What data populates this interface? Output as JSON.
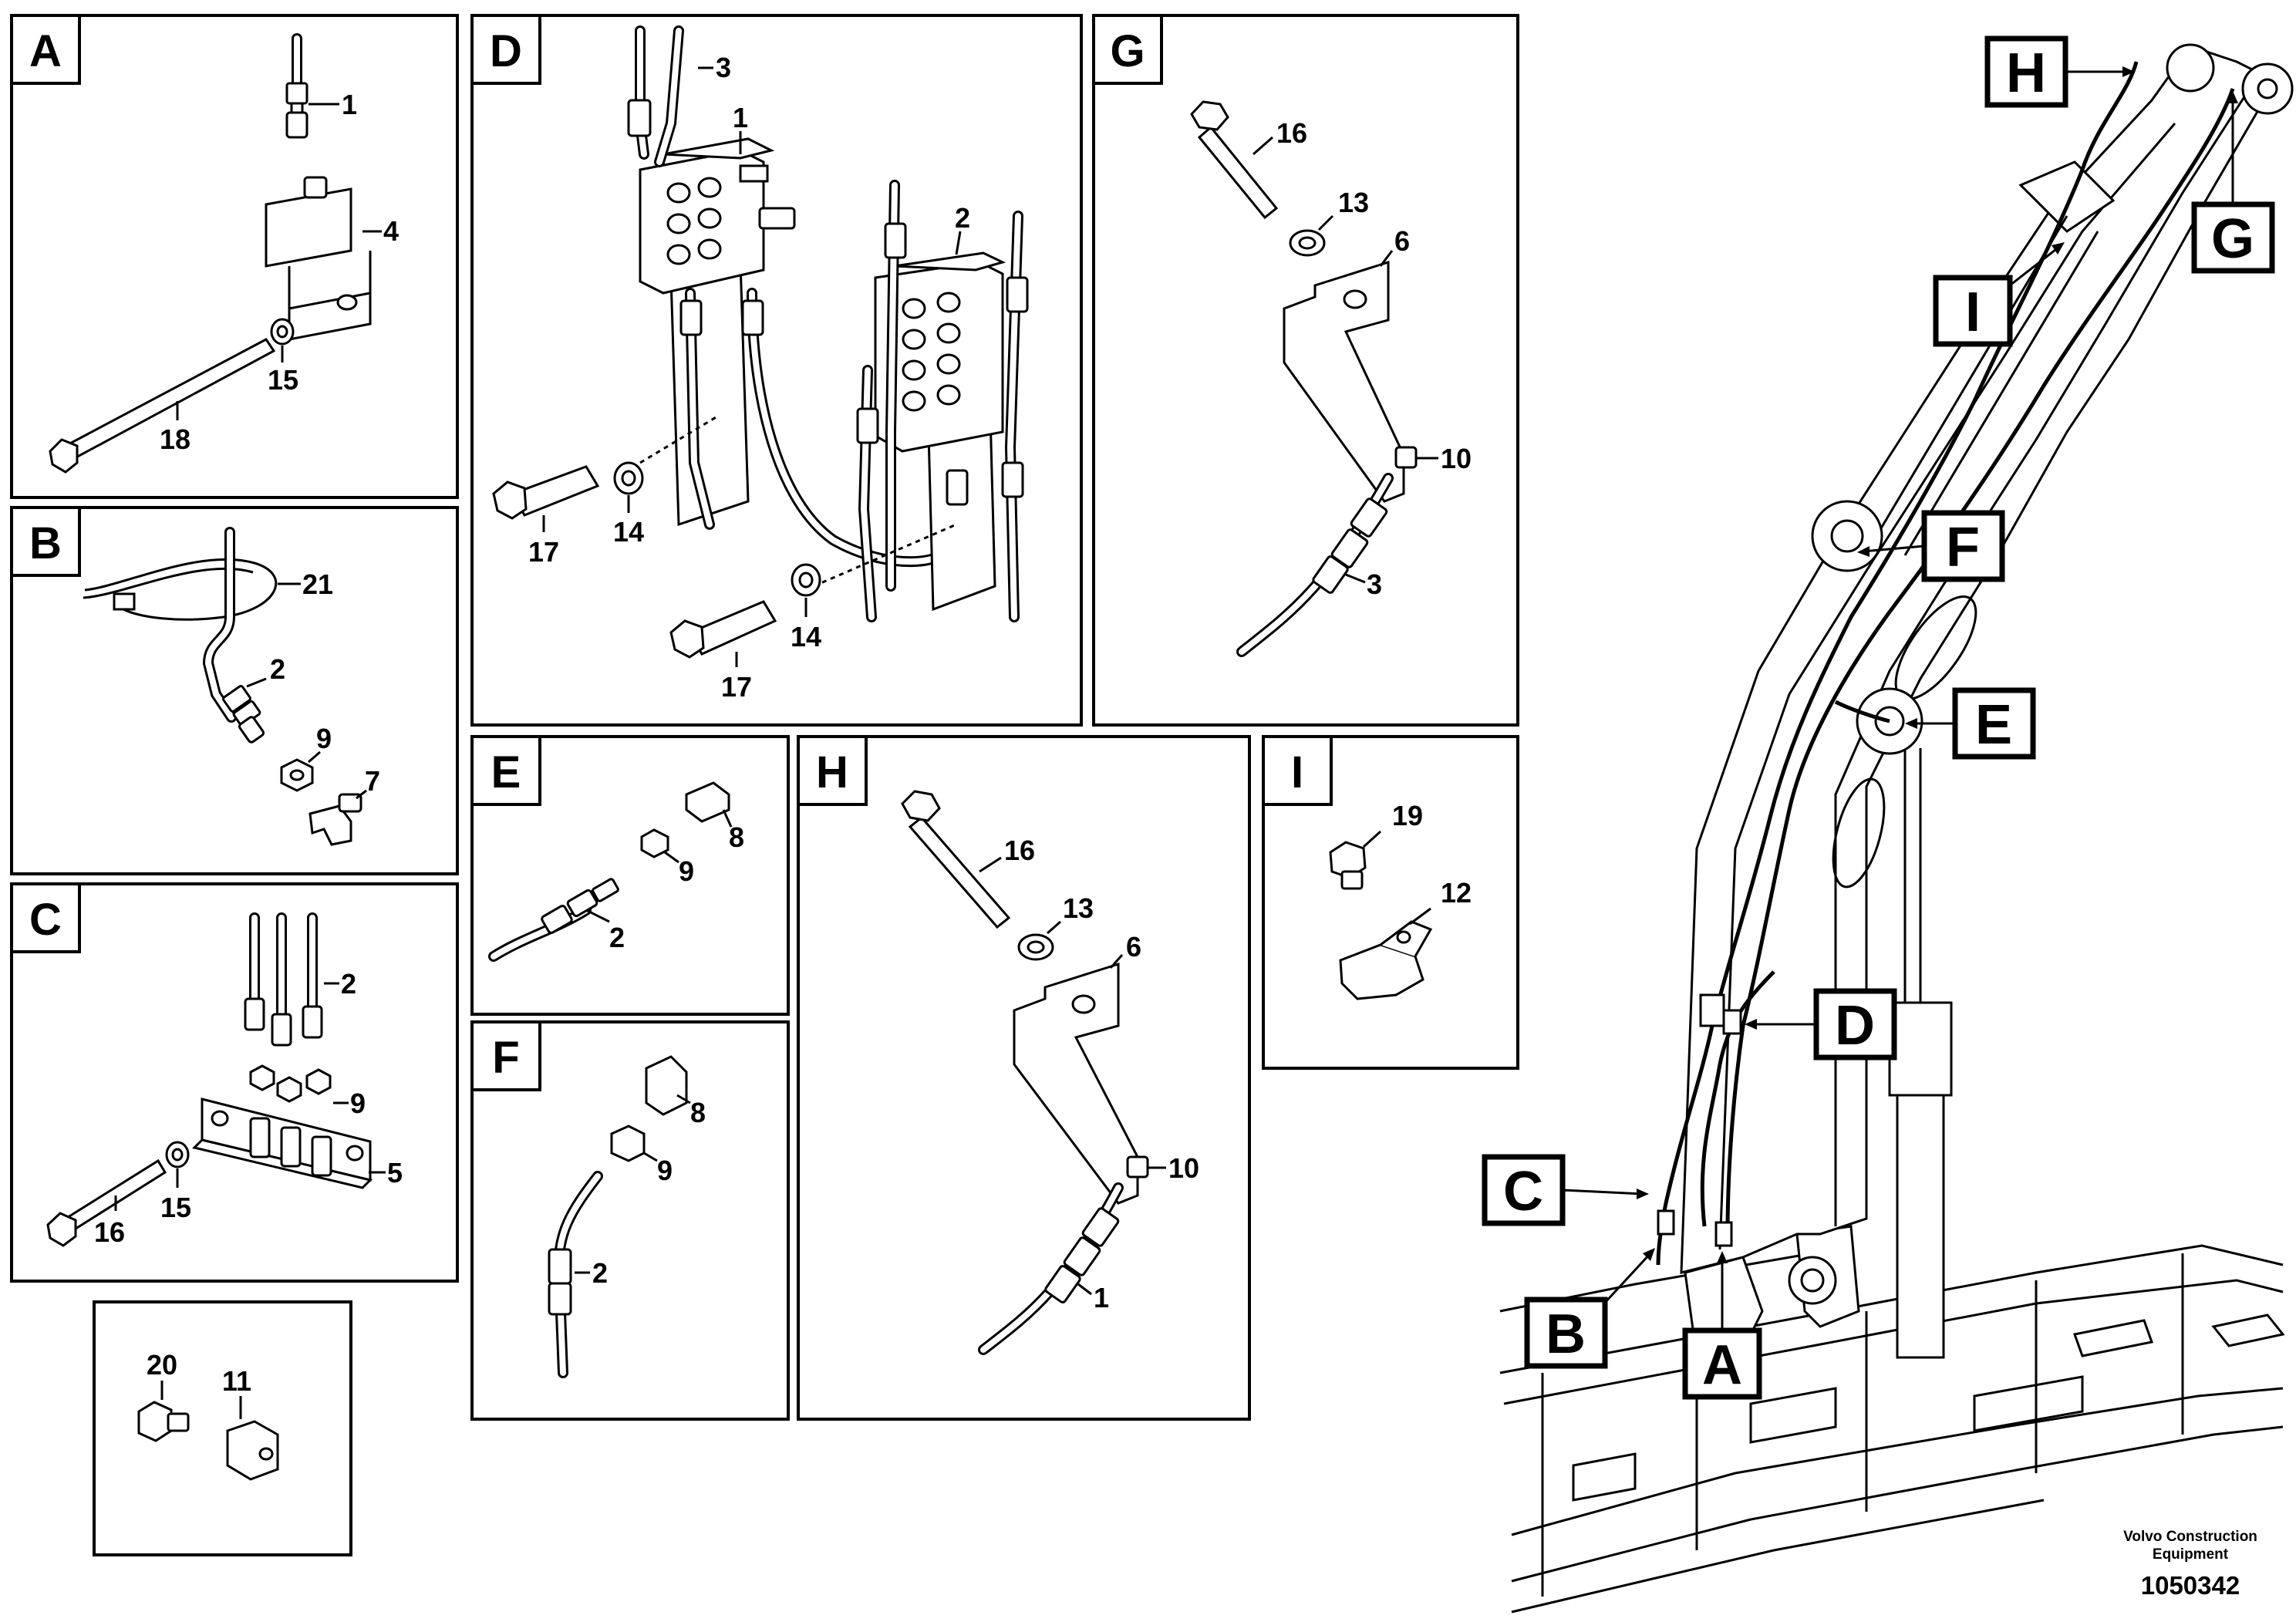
{
  "panels": {
    "A": {
      "tag": "A",
      "labels": [
        "1",
        "4",
        "15",
        "18"
      ]
    },
    "B": {
      "tag": "B",
      "labels": [
        "21",
        "2",
        "9",
        "7"
      ]
    },
    "C": {
      "tag": "C",
      "labels": [
        "2",
        "9",
        "5",
        "16",
        "15"
      ]
    },
    "D": {
      "tag": "D",
      "labels": [
        "3",
        "1",
        "2",
        "14",
        "17",
        "17",
        "14"
      ]
    },
    "E": {
      "tag": "E",
      "labels": [
        "8",
        "9",
        "2"
      ]
    },
    "F": {
      "tag": "F",
      "labels": [
        "8",
        "9",
        "2"
      ]
    },
    "G": {
      "tag": "G",
      "labels": [
        "16",
        "13",
        "6",
        "10",
        "3"
      ]
    },
    "H": {
      "tag": "H",
      "labels": [
        "16",
        "13",
        "6",
        "10",
        "1"
      ]
    },
    "I": {
      "tag": "I",
      "labels": [
        "19",
        "12"
      ]
    },
    "extra": {
      "labels": [
        "20",
        "11"
      ]
    }
  },
  "overview": {
    "callouts": [
      "H",
      "G",
      "I",
      "F",
      "E",
      "D",
      "C",
      "B",
      "A"
    ]
  },
  "footer": {
    "brand_line1": "Volvo Construction",
    "brand_line2": "Equipment",
    "doc_number": "1050342"
  }
}
